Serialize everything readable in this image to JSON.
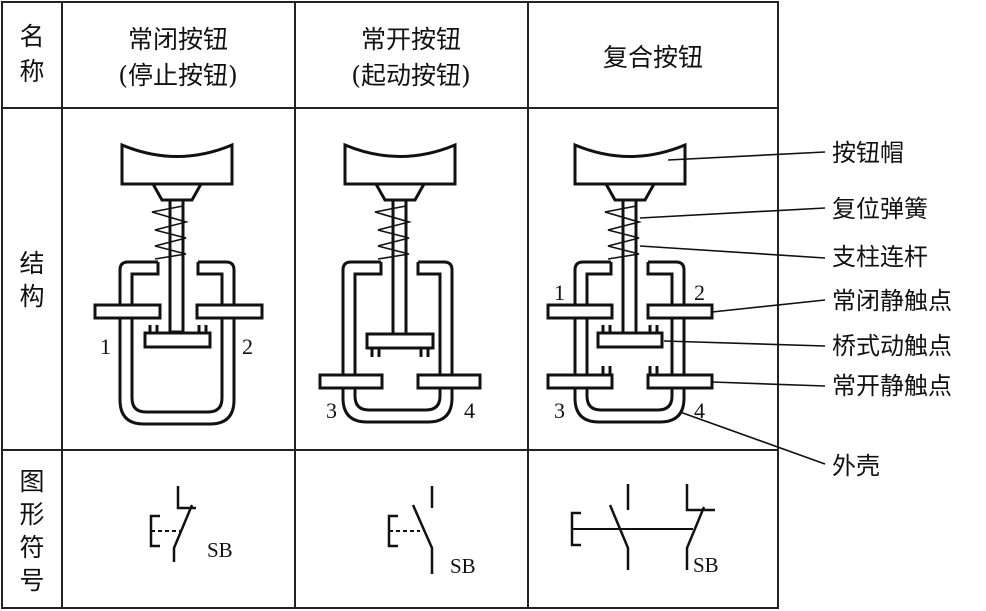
{
  "table": {
    "row_headers": {
      "name": [
        "名",
        "称"
      ],
      "structure": [
        "结",
        "构"
      ],
      "symbol": [
        "图",
        "形",
        "符",
        "号"
      ]
    },
    "columns": [
      {
        "title": "常闭按钮",
        "subtitle": "(停止按钮)"
      },
      {
        "title": "常开按钮",
        "subtitle": "(起动按钮)"
      },
      {
        "title": "复合按钮",
        "subtitle": ""
      }
    ]
  },
  "terminals": {
    "one": "1",
    "two": "2",
    "three": "3",
    "four": "4"
  },
  "symbol_label": "SB",
  "callouts": [
    "按钮帽",
    "复位弹簧",
    "支柱连杆",
    "常闭静触点",
    "桥式动触点",
    "常开静触点",
    "外壳"
  ]
}
